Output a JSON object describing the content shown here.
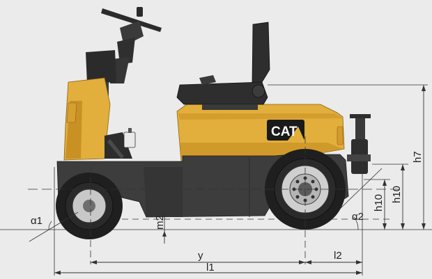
{
  "diagram": {
    "brand_logo_text": "CAT",
    "colors": {
      "background": "#ebebeb",
      "body_yellow": "#e2ae3c",
      "body_yellow_shadow": "#b78420",
      "chassis_dark": "#3d3d3d",
      "tire": "#1f1f1f",
      "seat": "#2e2e2e",
      "line": "#333333"
    },
    "dimension_labels": {
      "alpha1": "α1",
      "alpha2": "α2",
      "m2": "m2",
      "y": "y",
      "l2": "l2",
      "l1": "l1",
      "h10_inner": "h10",
      "h10_outer": "h10",
      "h7": "h7"
    }
  }
}
